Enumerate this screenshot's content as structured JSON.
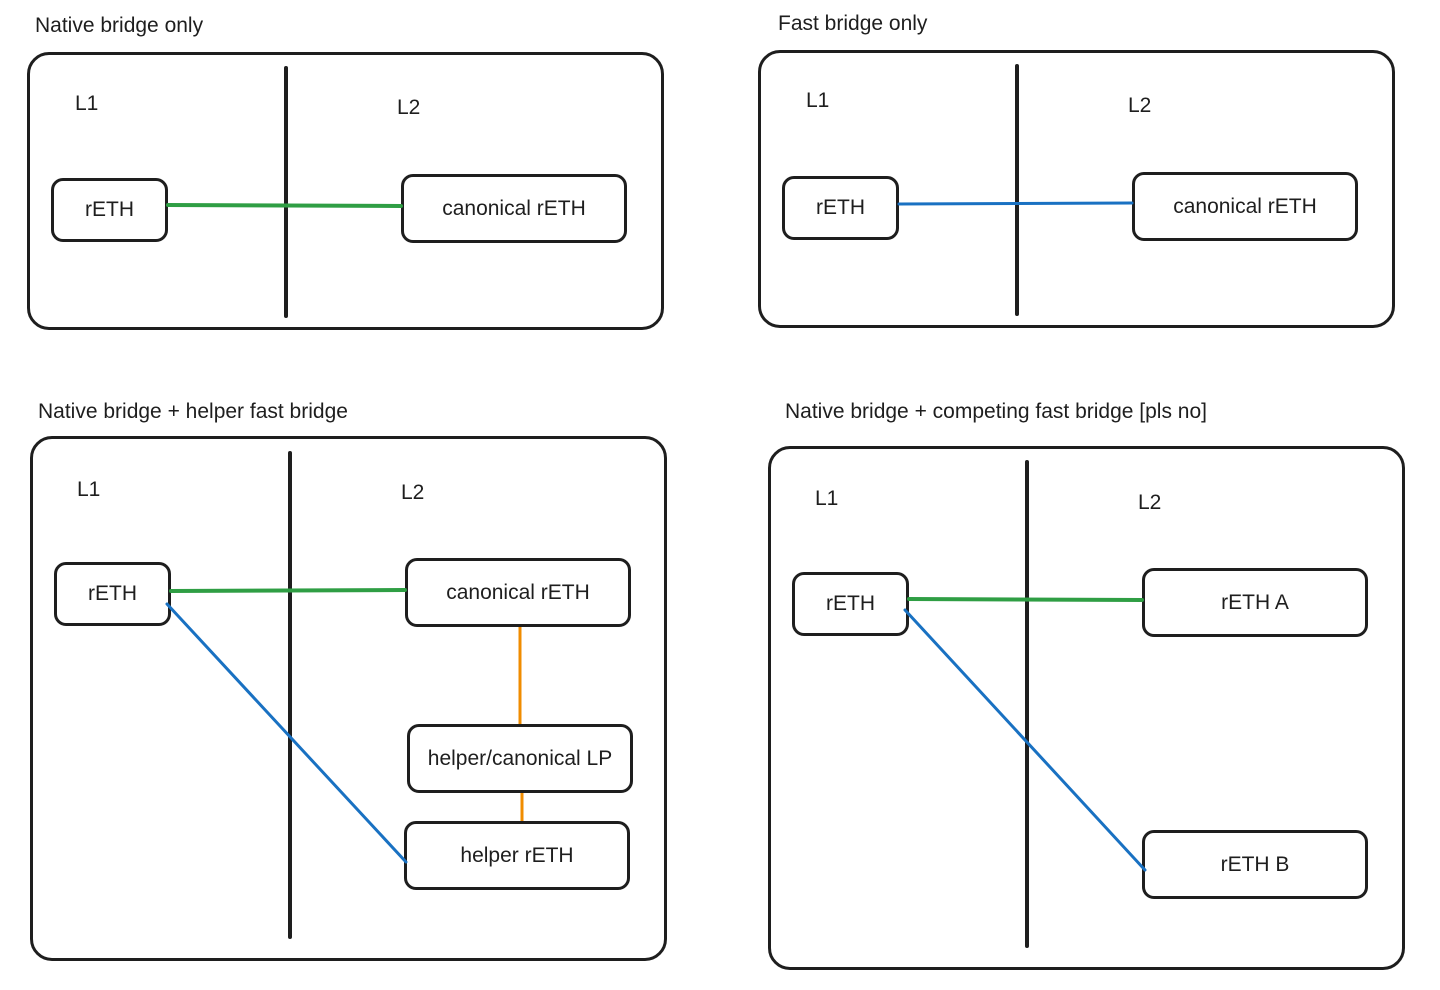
{
  "colors": {
    "native": "#2f9e44",
    "fast": "#1971c2",
    "pool": "#f08c00",
    "ink": "#1e1e1e"
  },
  "diagrams": [
    {
      "title": "Native bridge only",
      "l1": "L1",
      "l2": "L2",
      "nodes": {
        "reth": "rETH",
        "canonical": "canonical rETH"
      }
    },
    {
      "title": "Fast bridge only",
      "l1": "L1",
      "l2": "L2",
      "nodes": {
        "reth": "rETH",
        "canonical": "canonical rETH"
      }
    },
    {
      "title": "Native bridge + helper fast bridge",
      "l1": "L1",
      "l2": "L2",
      "nodes": {
        "reth": "rETH",
        "canonical": "canonical rETH",
        "lp": "helper/canonical LP",
        "helper": "helper rETH"
      }
    },
    {
      "title": "Native bridge + competing fast bridge [pls no]",
      "l1": "L1",
      "l2": "L2",
      "nodes": {
        "reth": "rETH",
        "a": "rETH A",
        "b": "rETH B"
      }
    }
  ]
}
